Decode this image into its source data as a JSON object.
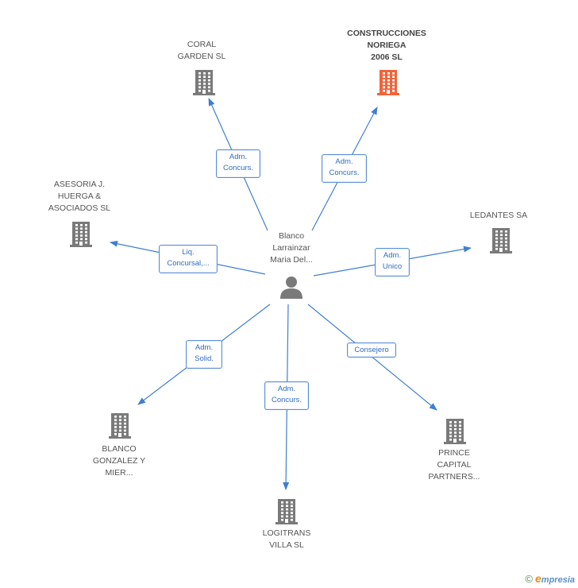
{
  "center": {
    "label": "Blanco\nLarrainzar\nMaria Del..."
  },
  "companies": [
    {
      "id": "coral",
      "label": "CORAL\nGARDEN SL",
      "highlight": false
    },
    {
      "id": "noriega",
      "label": "CONSTRUCCIONES\nNORIEGA\n2006 SL",
      "highlight": true
    },
    {
      "id": "asesoria",
      "label": "ASESORIA J.\nHUERGA &\nASOCIADOS SL",
      "highlight": false
    },
    {
      "id": "ledantes",
      "label": "LEDANTES SA",
      "highlight": false
    },
    {
      "id": "blanco",
      "label": "BLANCO\nGONZALEZ Y\nMIER...",
      "highlight": false
    },
    {
      "id": "logitrans",
      "label": "LOGITRANS\nVILLA SL",
      "highlight": false
    },
    {
      "id": "prince",
      "label": "PRINCE\nCAPITAL\nPARTNERS...",
      "highlight": false
    }
  ],
  "roles": [
    {
      "to": "coral",
      "label": "Adm.\nConcurs."
    },
    {
      "to": "noriega",
      "label": "Adm.\nConcurs."
    },
    {
      "to": "asesoria",
      "label": "Liq.\nConcursal,..."
    },
    {
      "to": "ledantes",
      "label": "Adm.\nUnico"
    },
    {
      "to": "blanco",
      "label": "Adm.\nSolid."
    },
    {
      "to": "logitrans",
      "label": "Adm.\nConcurs."
    },
    {
      "to": "prince",
      "label": "Consejero"
    }
  ],
  "colors": {
    "edge": "#3f7fd1",
    "building": "#7a7a7a",
    "building_highlight": "#f0643a",
    "person": "#7a7a7a"
  },
  "icons": {
    "company": "building-icon",
    "person": "person-icon"
  },
  "footer": {
    "copyright": "©",
    "brand_e": "e",
    "brand_rest": "mpresia"
  }
}
